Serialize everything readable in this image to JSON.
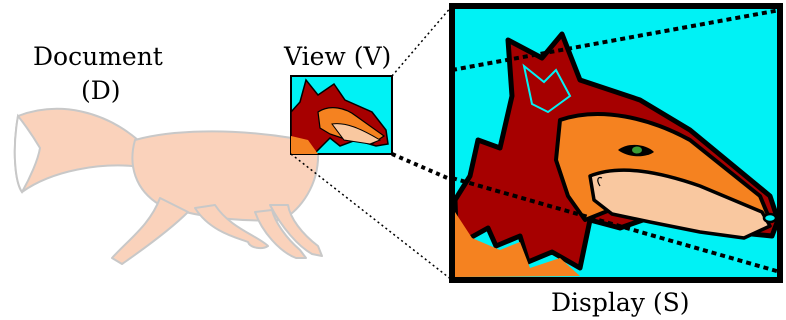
{
  "labels": {
    "document_line1": "Document",
    "document_line2": "(D)",
    "view": "View (V)",
    "display": "Display (S)"
  },
  "colors": {
    "background": "#00f2f5",
    "fox_red": "#a60000",
    "fox_orange": "#f58220",
    "fox_cream": "#f9c8a0",
    "fox_faded": "#fad2bb",
    "outline": "#000000",
    "eye": "#3c9b33"
  }
}
